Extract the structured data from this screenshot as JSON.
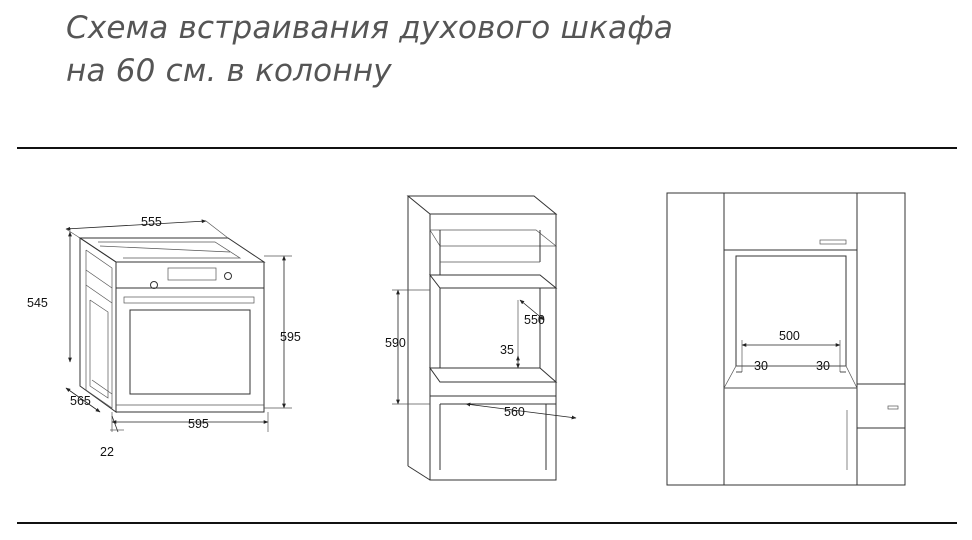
{
  "title": {
    "line1": "Схема встраивания духового шкафа",
    "line2": "на 60 см. в колонну"
  },
  "oven_view": {
    "dim_width_top": "555",
    "dim_depth_side": "545",
    "dim_height": "595",
    "dim_depth_bottom": "565",
    "dim_width_bottom": "595",
    "dim_front_panel": "22"
  },
  "column_view": {
    "dim_niche_height": "590",
    "dim_niche_depth": "550",
    "dim_gap": "35",
    "dim_niche_width": "560"
  },
  "front_view": {
    "dim_opening": "500",
    "dim_left_gap": "30",
    "dim_right_gap": "30"
  },
  "colors": {
    "title": "#555555",
    "lines": "#333333"
  }
}
